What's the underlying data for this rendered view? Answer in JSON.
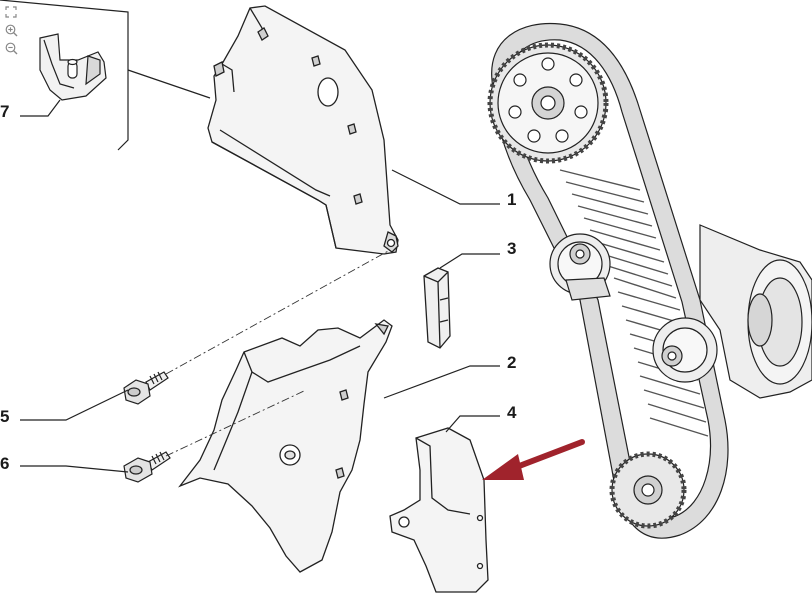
{
  "toolbar": {
    "tools": [
      {
        "name": "fit-view-icon"
      },
      {
        "name": "zoom-in-icon"
      },
      {
        "name": "zoom-out-icon"
      }
    ]
  },
  "callouts": {
    "c1": "1",
    "c2": "2",
    "c3": "3",
    "c4": "4",
    "c5": "5",
    "c6": "6",
    "c7": "7"
  },
  "colors": {
    "line": "#222222",
    "part_fill": "#f2f2f2",
    "shade": "#c8c8c8",
    "arrow": "#a0232c"
  }
}
